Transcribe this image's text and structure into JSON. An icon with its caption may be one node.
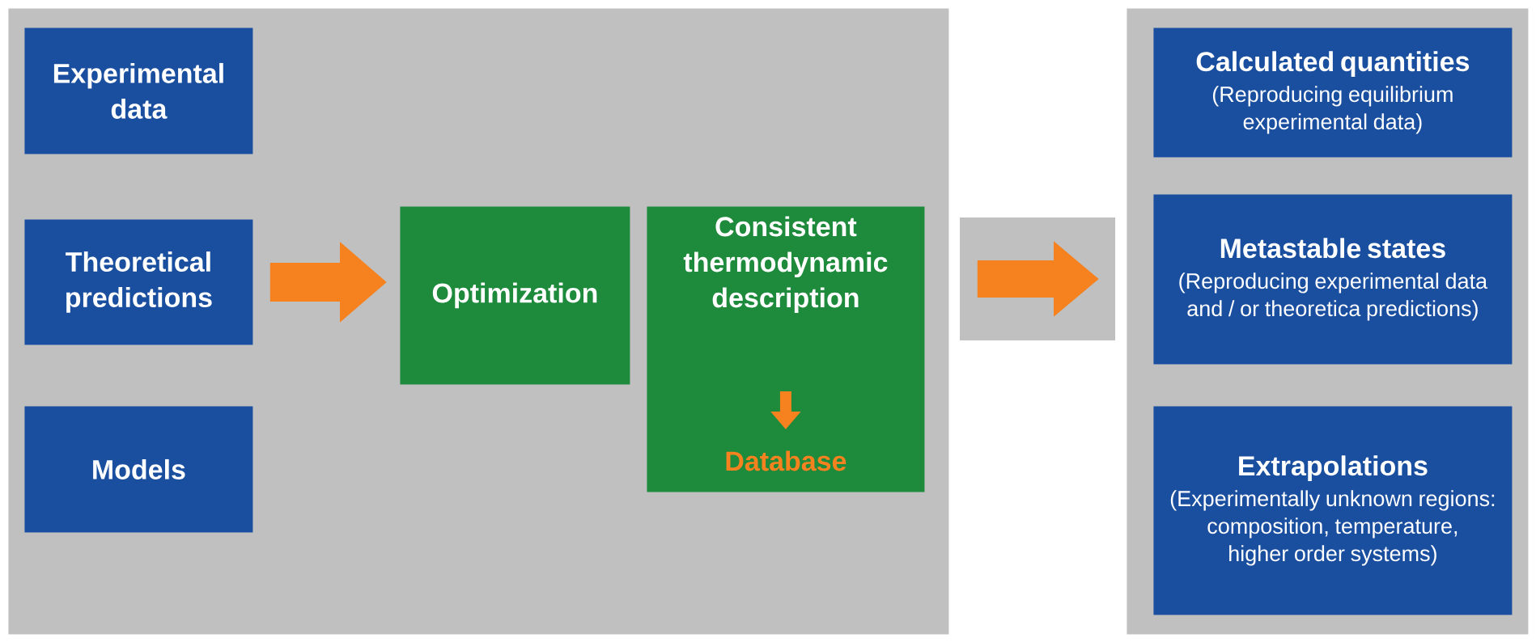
{
  "diagram": {
    "nodes": [
      {
        "text": [],
        "shape": "box"
      },
      {
        "text": [
          "Experimental data"
        ],
        "in": 0
      },
      {
        "text": [
          "Theoretical predictions"
        ],
        "in": 0
      },
      {
        "text": [
          "Models"
        ],
        "in": 0
      },
      {
        "text": [
          "Optimization"
        ],
        "in": 0
      },
      {
        "text": [
          "Consistent thermodynamic description",
          "Database"
        ],
        "in": 0
      },
      {
        "text": [],
        "shape": "box"
      },
      {
        "text": [
          "Calculated quantities",
          "(Reproducing equilibrium experimental data)"
        ],
        "in": 6
      },
      {
        "text": [
          "Metastable states",
          "(Reproducing experimental data and / or theoretica predictions)"
        ],
        "in": 6
      },
      {
        "text": [
          "Extrapolations",
          "(Experimentally unknown regions: composition, temperature, higher order systems)"
        ],
        "in": 6
      }
    ],
    "edges": [
      {
        "from": 2,
        "to": 4,
        "arrow": "to"
      },
      {
        "from": 0,
        "to": 6,
        "arrow": "to"
      }
    ]
  }
}
